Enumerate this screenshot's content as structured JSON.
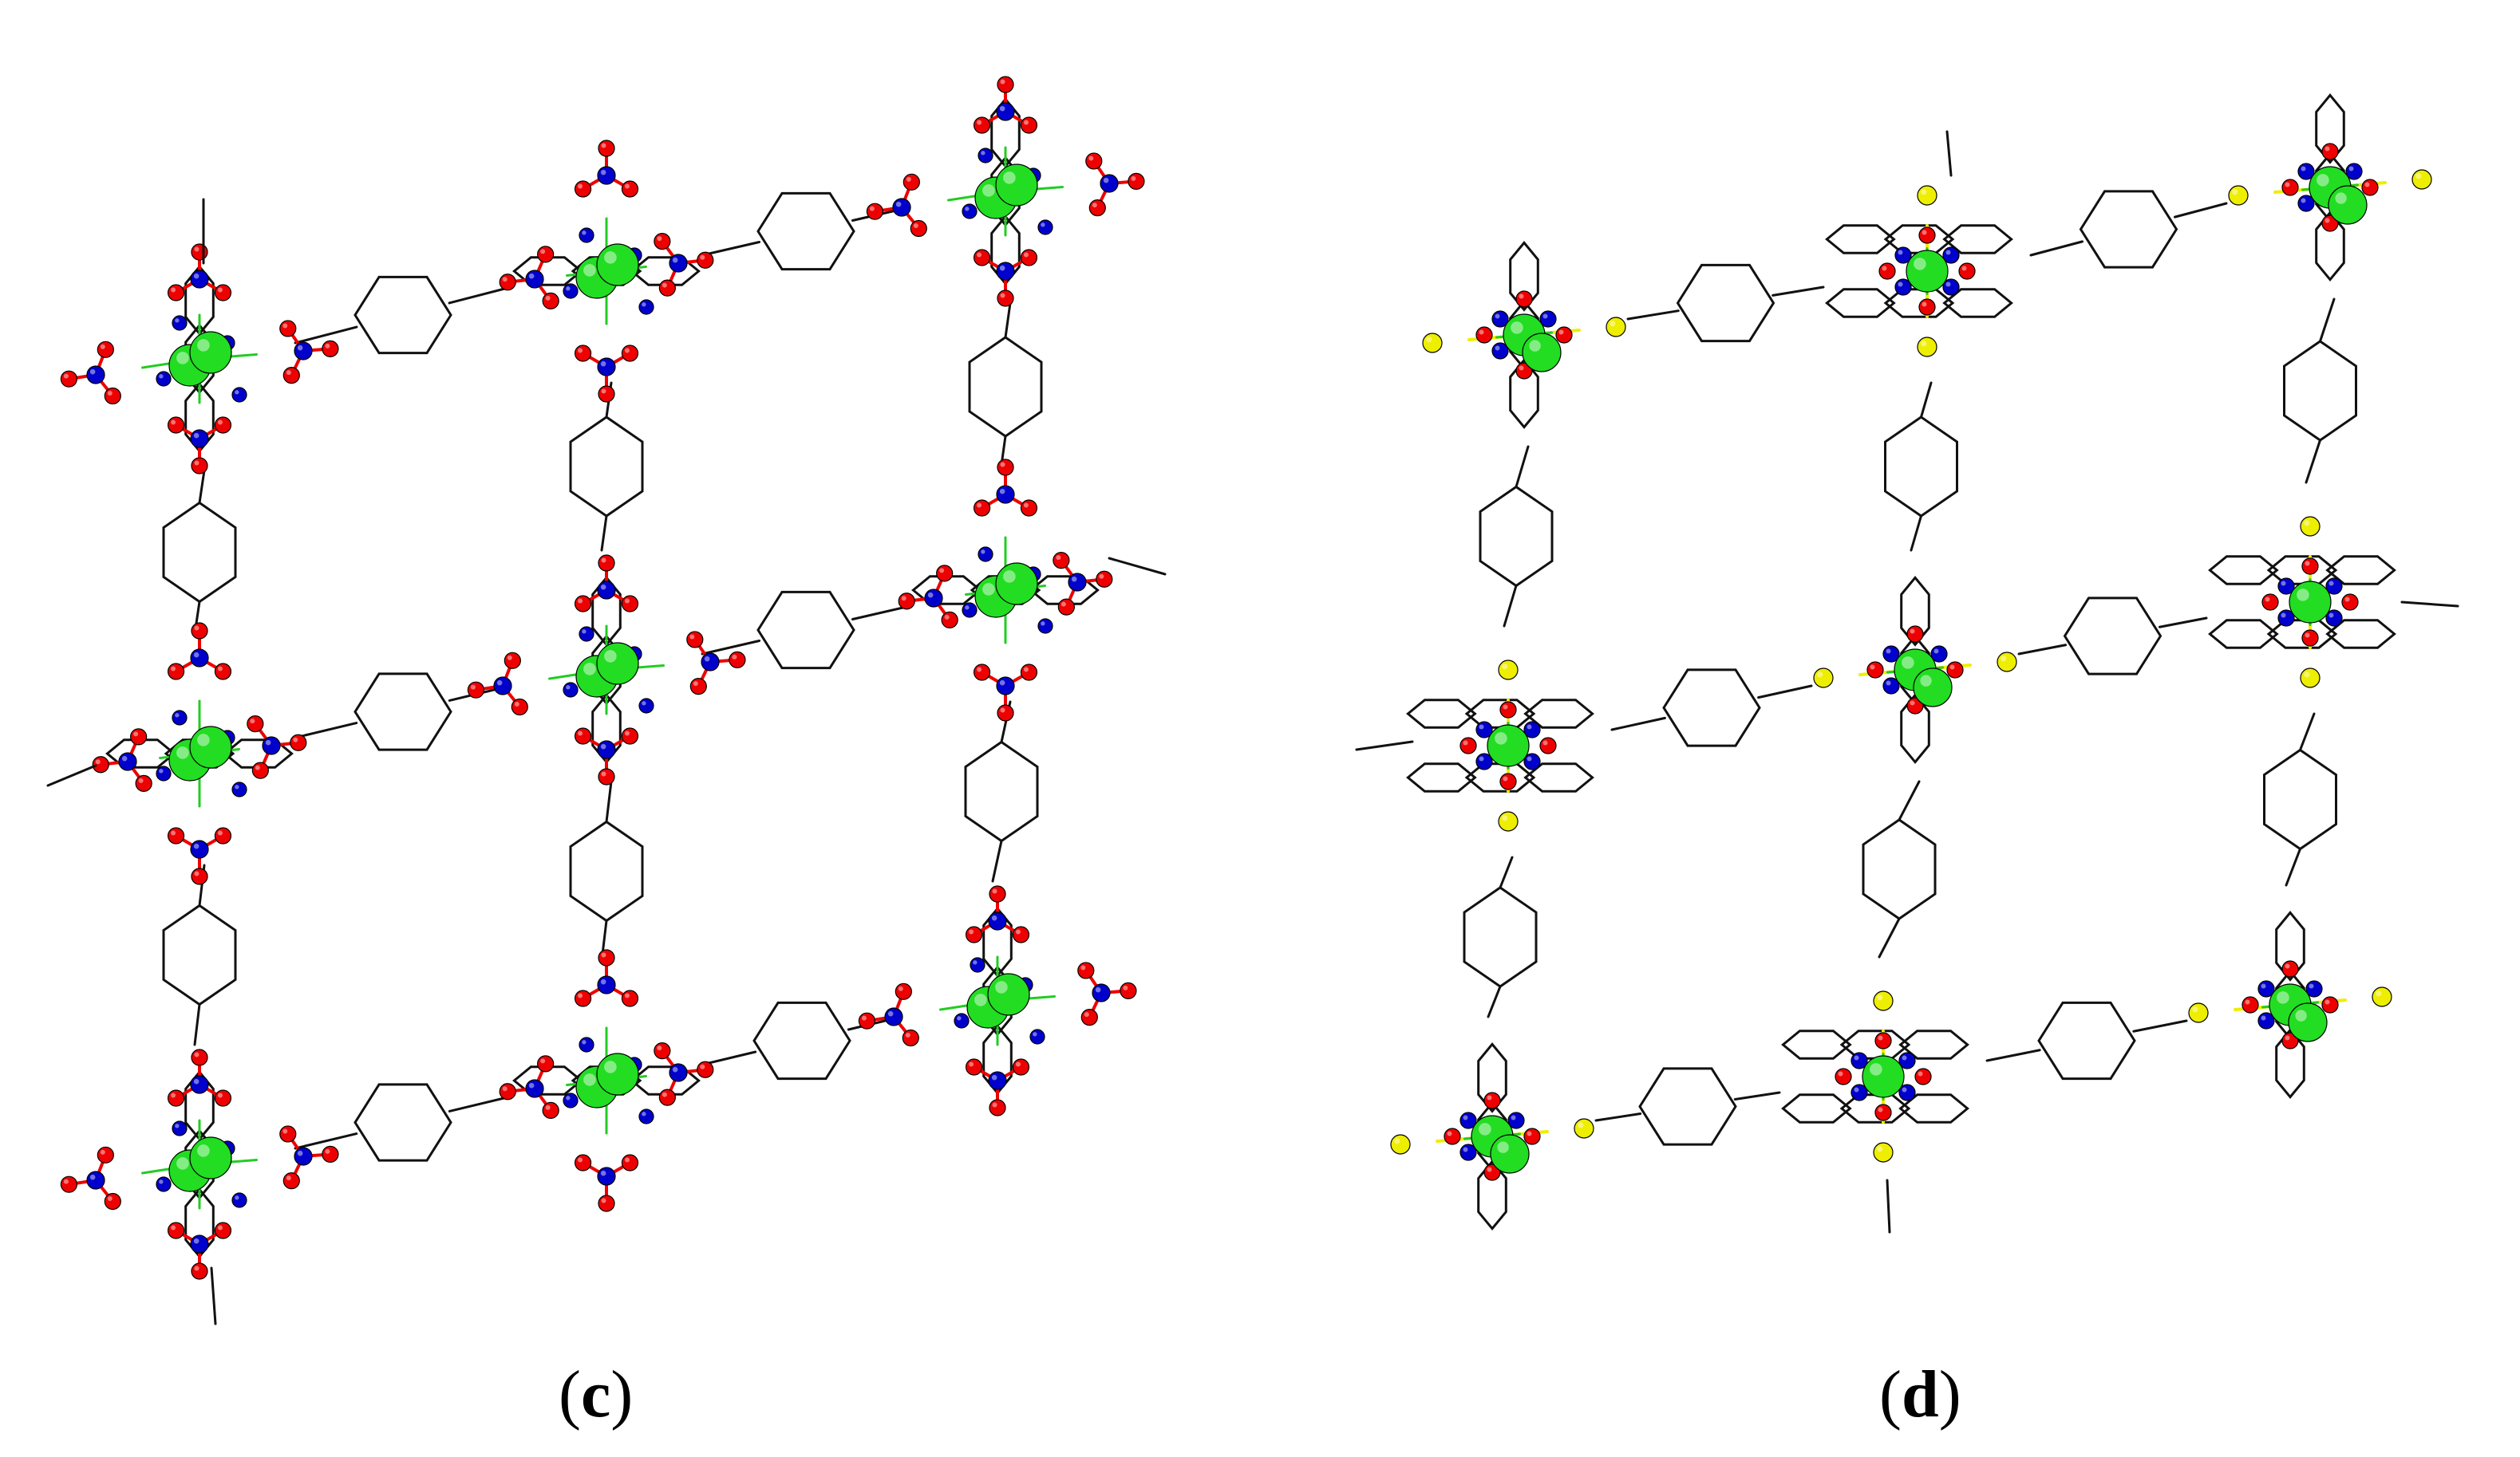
{
  "figure": {
    "panels": [
      {
        "id": "c",
        "caption_open": "(",
        "caption_letter": "c",
        "caption_close": ")"
      },
      {
        "id": "d",
        "caption_open": "(",
        "caption_letter": "d",
        "caption_close": ")"
      }
    ],
    "colors": {
      "metal_green": "#22dd22",
      "oxygen_red": "#ee0000",
      "nitrogen_blue": "#0000cc",
      "sulfur_yellow": "#eeee00",
      "carbon_bond": "#111111",
      "metal_bond_green": "#22cc22"
    },
    "atom_types": [
      "metal",
      "oxygen",
      "nitrogen",
      "sulfur"
    ]
  }
}
